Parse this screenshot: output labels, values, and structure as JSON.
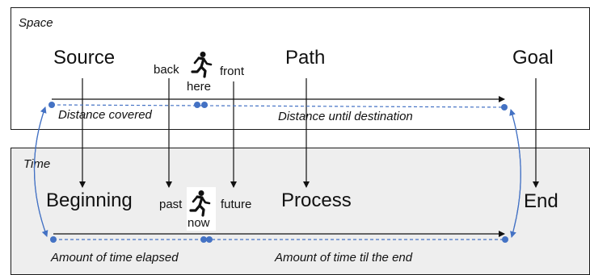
{
  "space": {
    "title": "Space",
    "source": "Source",
    "path": "Path",
    "goal": "Goal",
    "back": "back",
    "front": "front",
    "here": "here",
    "distance_covered": "Distance covered",
    "distance_until": "Distance until destination"
  },
  "time": {
    "title": "Time",
    "beginning": "Beginning",
    "process": "Process",
    "end": "End",
    "past": "past",
    "future": "future",
    "now": "now",
    "elapsed": "Amount of time elapsed",
    "til_end": "Amount of time til the end"
  },
  "colors": {
    "dot": "#4472c4",
    "arrow": "#111111",
    "dashed": "#4472c4",
    "time_bg": "#eeeeee"
  },
  "icons": {
    "runner": "running-person-icon"
  }
}
